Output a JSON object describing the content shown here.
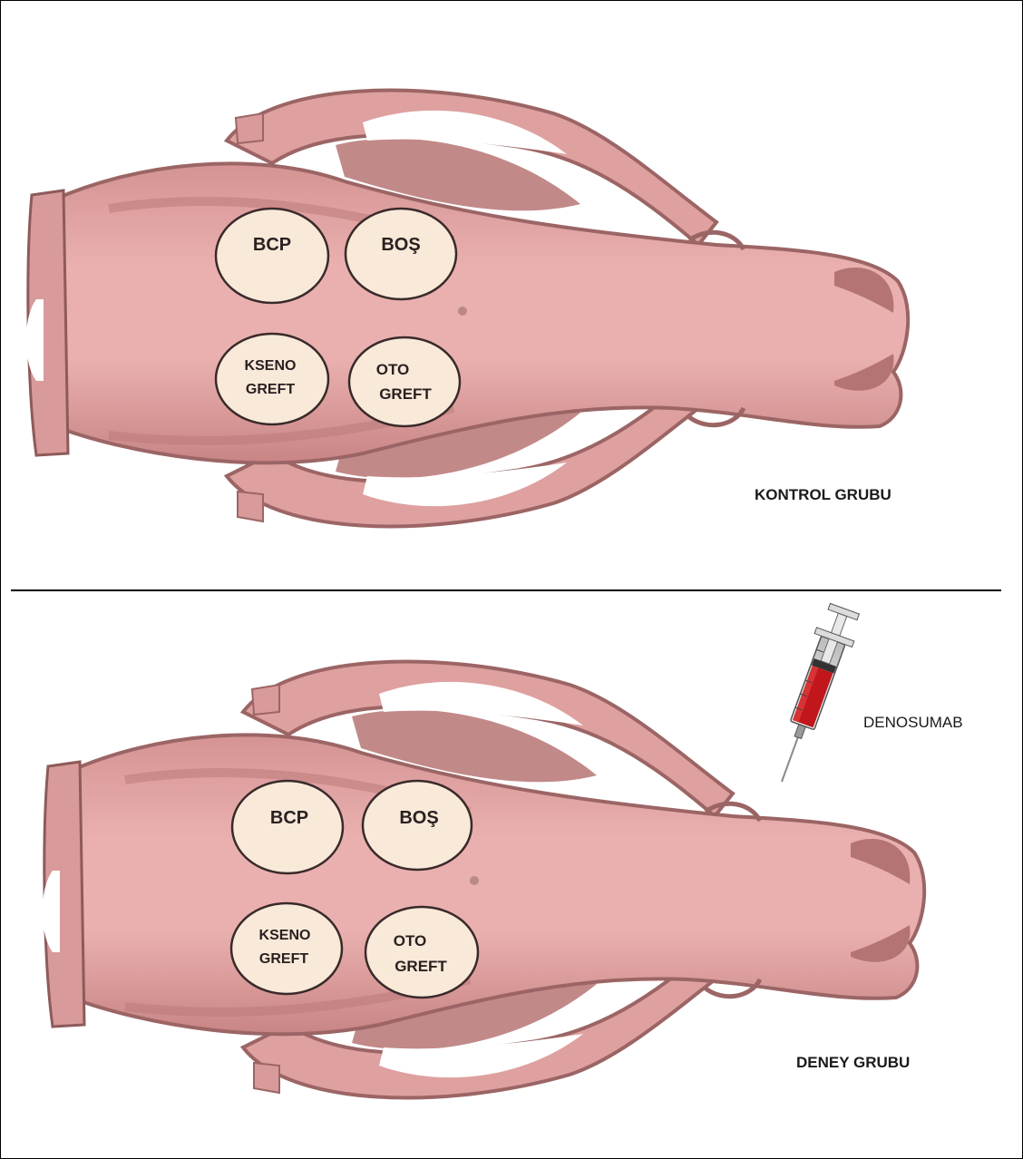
{
  "panels": [
    {
      "group_label": "KONTROL GRUBU",
      "defects": [
        {
          "lines": [
            "BCP"
          ]
        },
        {
          "lines": [
            "BOŞ"
          ]
        },
        {
          "lines": [
            "KSENO",
            "GREFT"
          ]
        },
        {
          "lines": [
            "OTO",
            "GREFT"
          ]
        }
      ]
    },
    {
      "group_label": "DENEY GRUBU",
      "defects": [
        {
          "lines": [
            "BCP"
          ]
        },
        {
          "lines": [
            "BOŞ"
          ]
        },
        {
          "lines": [
            "KSENO",
            "GREFT"
          ]
        },
        {
          "lines": [
            "OTO",
            "GREFT"
          ]
        }
      ]
    }
  ],
  "syringe": {
    "label": "DENOSUMAB",
    "icon": "syringe-icon",
    "fluid_color": "#c0161c"
  },
  "colors": {
    "skull": "#e4a3a3",
    "skull_shadow": "#9c6565",
    "defect_fill": "#f8e9d9",
    "defect_stroke": "#3a2a2a"
  }
}
